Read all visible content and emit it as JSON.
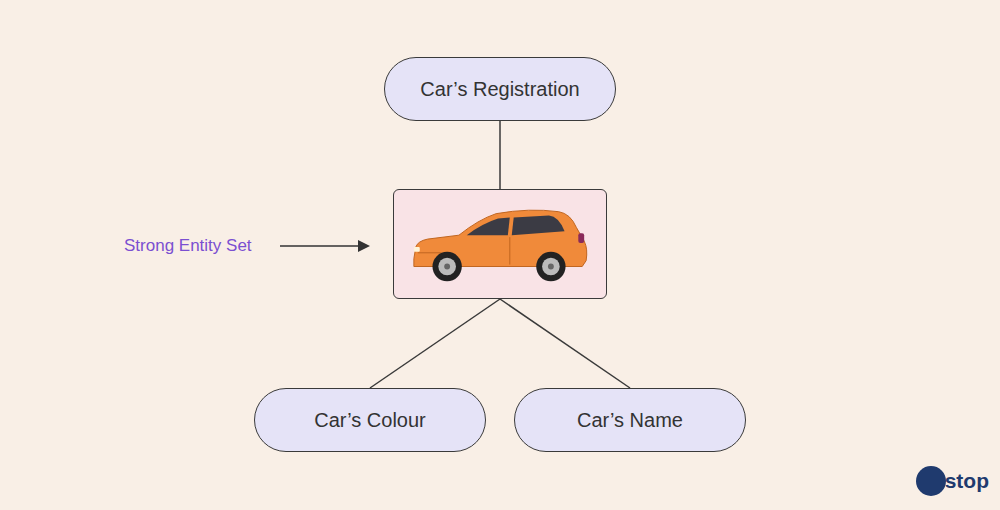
{
  "diagram": {
    "nodes": [
      {
        "text": [
          "Car’s Registration"
        ]
      },
      {
        "text": []
      },
      {
        "text": [
          "Car’s Colour"
        ]
      },
      {
        "text": [
          "Car’s Name"
        ]
      }
    ],
    "edges": [
      {
        "from": 1,
        "to": 0,
        "arrow": "none"
      },
      {
        "from": 1,
        "to": 2,
        "arrow": "none"
      },
      {
        "from": 1,
        "to": 3,
        "arrow": "none"
      }
    ],
    "labels": [
      "Strong Entity Set",
      "unstop"
    ]
  }
}
